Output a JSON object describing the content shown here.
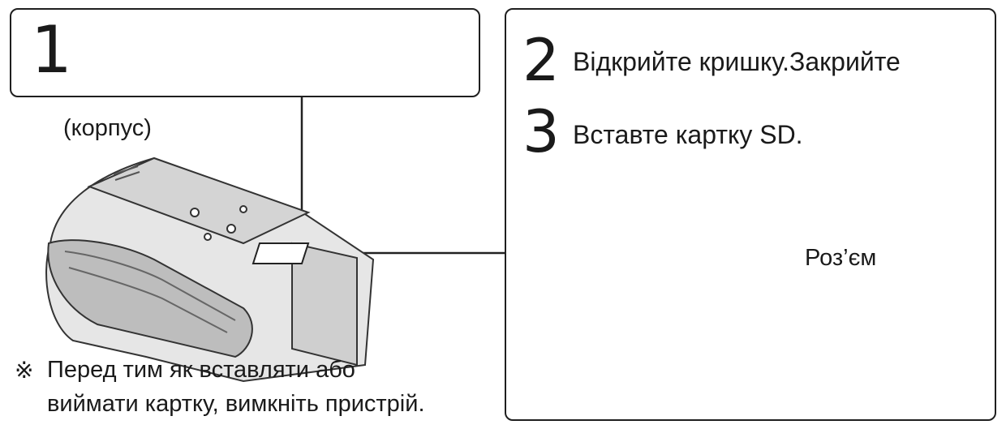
{
  "step1": {
    "number": "1",
    "body_label": "(корпус)"
  },
  "step2": {
    "number": "2",
    "text": "Відкрийте кришку.Закрийте"
  },
  "step3": {
    "number": "3",
    "text": "Вставте картку SD."
  },
  "connector_label": "Роз’єм",
  "note": {
    "symbol": "※",
    "line1": "Перед тим як вставляти або",
    "line2": "виймати картку, вимкніть пристрій."
  }
}
